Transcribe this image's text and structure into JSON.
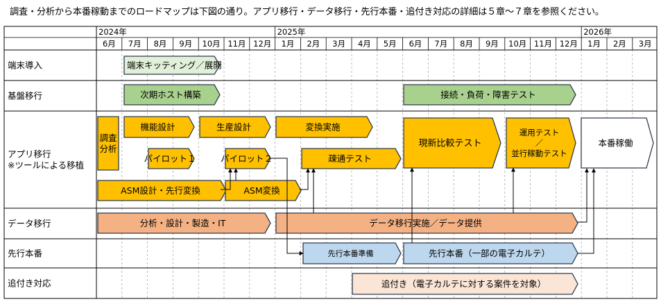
{
  "caption": "調査・分析から本番稼動までのロードマップは下図の通り。アプリ移行・データ移行・先行本番・追付き対応の詳細は５章～７章を参照ください。",
  "years": [
    "2024年",
    "2025年",
    "2026年"
  ],
  "months": [
    "6月",
    "7月",
    "8月",
    "9月",
    "10月",
    "11月",
    "12月",
    "1月",
    "2月",
    "3月",
    "4月",
    "5月",
    "6月",
    "7月",
    "8月",
    "9月",
    "10月",
    "11月",
    "12月",
    "1月",
    "2月",
    "3月"
  ],
  "rows": [
    "端末導入",
    "基盤移行",
    "アプリ移行\n※ツールによる移植",
    "データ移行",
    "先行本番",
    "追付き対応"
  ],
  "tasks": [
    {
      "label": "端末キッティング／展開"
    },
    {
      "label": "次期ホスト構築"
    },
    {
      "label": "接続・負荷・障害テスト"
    },
    {
      "label": "調査\n分析"
    },
    {
      "label": "機能設計"
    },
    {
      "label": "生産設計"
    },
    {
      "label": "変換実施"
    },
    {
      "label": "パイロット１"
    },
    {
      "label": "パイロット２"
    },
    {
      "label": "疎通テスト"
    },
    {
      "label": "ASM設計・先行変換"
    },
    {
      "label": "ASM変換"
    },
    {
      "label": "現新比較テスト"
    },
    {
      "label": "運用テスト\n／\n並行稼動テスト"
    },
    {
      "label": "本番稼働"
    },
    {
      "label": "分析・設計・製造・IT"
    },
    {
      "label": "データ移行実施／データ提供"
    },
    {
      "label": "先行本番準備"
    },
    {
      "label": "先行本番（一部の電子カルテ）"
    },
    {
      "label": "追付き（電子カルテに対する案件を対象）"
    }
  ],
  "colors": {
    "yellow": "#FFC000",
    "orange": "#F4B183",
    "green": "#A9D18E",
    "lightgreen": "#E2F0D9",
    "blue": "#BDD7EE",
    "peach": "#FBE5D6",
    "white": "#FFFFFF",
    "outline": "#2F3B4C"
  }
}
